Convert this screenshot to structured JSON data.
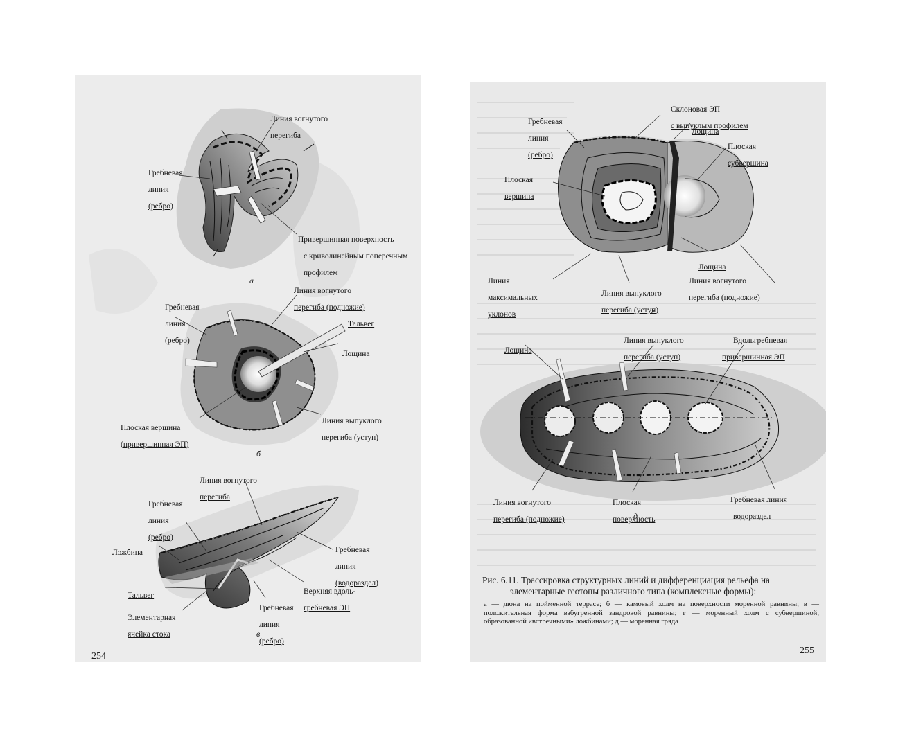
{
  "left_page": {
    "page_number": "254",
    "fig_a": {
      "sublabel": "а",
      "label_concave": [
        "Линия вогнутого",
        "перегиба"
      ],
      "label_ridge": [
        "Гребневая",
        "линия",
        "(ребро)"
      ],
      "label_subsummit": [
        "Привершинная поверхность",
        "с криволинейным поперечным",
        "профилем"
      ]
    },
    "fig_b": {
      "sublabel": "б",
      "label_ridge": [
        "Гребневая",
        "линия",
        "(ребро)"
      ],
      "label_concave": [
        "Линия вогнутого",
        "перегиба (подножие)"
      ],
      "label_thalweg": "Тальвег",
      "label_hollow": "Лощина",
      "label_flat_top": [
        "Плоская вершина",
        "(привершинная ЭП)"
      ],
      "label_convex": [
        "Линия выпуклого",
        "перегиба (уступ)"
      ]
    },
    "fig_v": {
      "sublabel": "в",
      "label_concave": [
        "Линия вогнутого",
        "перегиба"
      ],
      "label_ridge1": [
        "Гребневая",
        "линия",
        "(ребро)"
      ],
      "label_trough": "Ложбина",
      "label_ridge_divide": [
        "Гребневая",
        "линия",
        "(водораздел)"
      ],
      "label_thalweg": "Тальвег",
      "label_upper": [
        "Верхняя вдоль-",
        "гребневая ЭП"
      ],
      "label_cell": [
        "Элементарная",
        "ячейка стока"
      ],
      "label_ridge2": [
        "Гребневая",
        "линия",
        "(ребро)"
      ]
    }
  },
  "right_page": {
    "page_number": "255",
    "fig_g": {
      "sublabel": "г",
      "label_slope": [
        "Склоновая ЭП",
        "с выпуклым профилем"
      ],
      "label_ridge": [
        "Гребневая",
        "линия",
        "(ребро)"
      ],
      "label_hollow_top": "Лощина",
      "label_flat_subsummit": [
        "Плоская",
        "субвершина"
      ],
      "label_flat_top": [
        "Плоская",
        "вершина"
      ],
      "label_hollow_bottom": "Лощина",
      "label_max_slope": [
        "Линия",
        "максимальных",
        "уклонов"
      ],
      "label_convex": [
        "Линия выпуклого",
        "перегиба (уступ)"
      ],
      "label_concave": [
        "Линия вогнутого",
        "перегиба (подножие)"
      ]
    },
    "fig_d": {
      "sublabel": "д",
      "label_hollow": "Лощина",
      "label_convex": [
        "Линия выпуклого",
        "перегиба (уступ)"
      ],
      "label_along_ridge": [
        "Вдольгребневая",
        "привершинная ЭП"
      ],
      "label_concave": [
        "Линия вогнутого",
        "перегиба (подножие)"
      ],
      "label_flat_surface": [
        "Плоская",
        "поверхность"
      ],
      "label_ridge_divide": [
        "Гребневая линия",
        "водораздел"
      ]
    },
    "caption": {
      "title_line1": "Рис. 6.11. Трассировка структурных линий и дифференциация рельефа на",
      "title_line2": "элементарные геотопы различного типа (комплексные формы):",
      "text": "а — дюна на пойменной террасе; б — камовый холм на поверхности моренной равнины; в — положительная форма взбугренной зандровой равнины; г — моренный холм с субвершиной, образованной «встречными» ложбинами; д — моренная гряда"
    }
  }
}
